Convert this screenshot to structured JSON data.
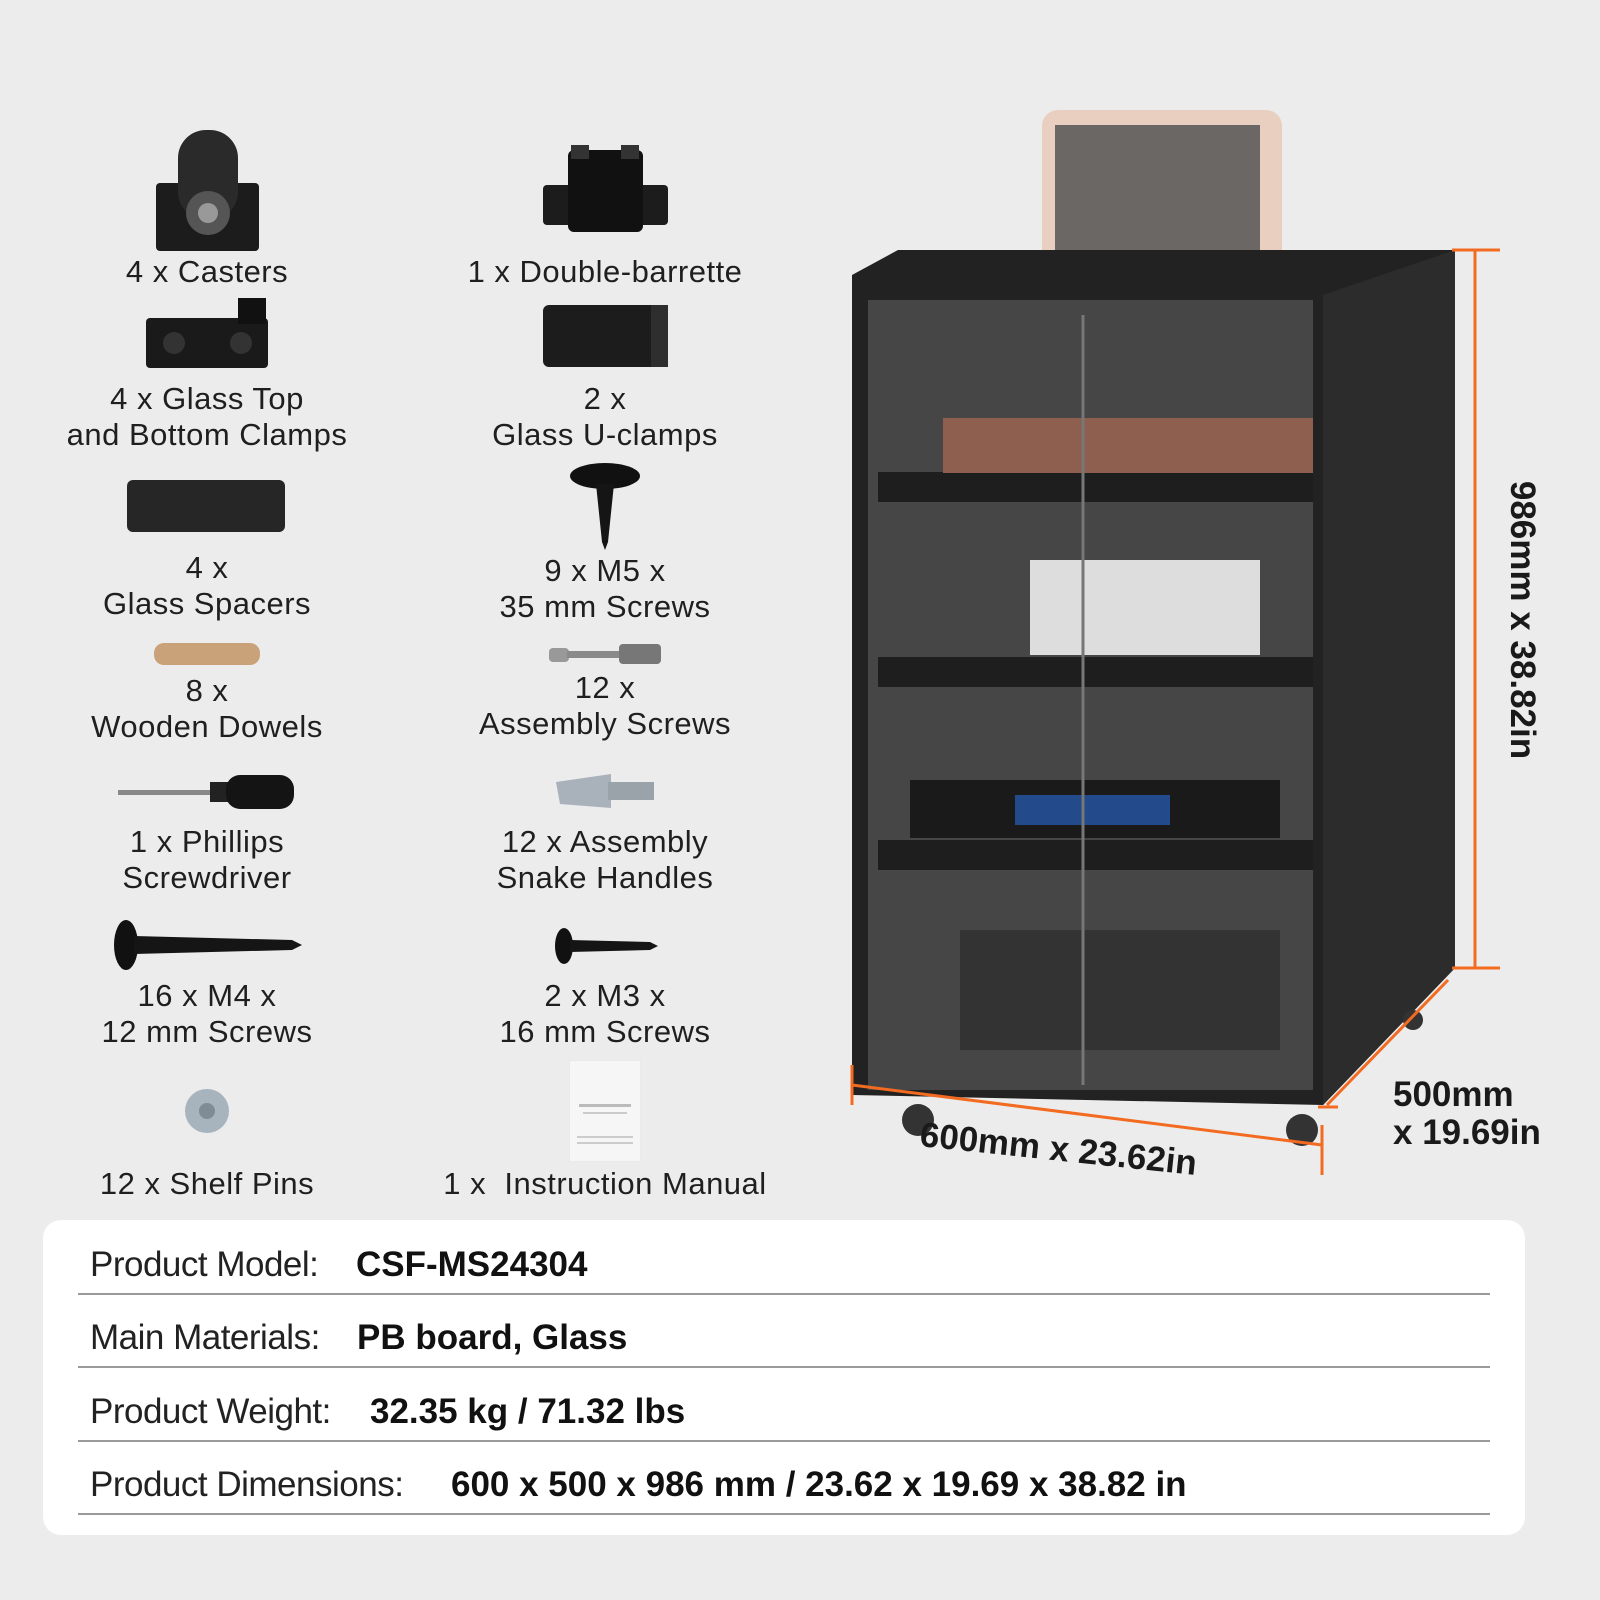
{
  "parts": {
    "left": [
      {
        "lines": [
          "4 x Casters"
        ],
        "icon": "caster-icon"
      },
      {
        "lines": [
          "4 x Glass Top",
          "and Bottom Clamps"
        ],
        "icon": "glass-clamp-icon"
      },
      {
        "lines": [
          "4 x",
          "Glass Spacers"
        ],
        "icon": "glass-spacer-icon"
      },
      {
        "lines": [
          "8 x",
          "Wooden Dowels"
        ],
        "icon": "wooden-dowel-icon"
      },
      {
        "lines": [
          "1 x Phillips",
          "Screwdriver"
        ],
        "icon": "screwdriver-icon"
      },
      {
        "lines": [
          "16 x M4 x",
          "12 mm Screws"
        ],
        "icon": "screw-icon"
      },
      {
        "lines": [
          "12 x Shelf Pins"
        ],
        "icon": "shelf-pin-icon"
      }
    ],
    "right": [
      {
        "lines": [
          "1 x Double-barrette"
        ],
        "icon": "double-barrette-icon"
      },
      {
        "lines": [
          "2 x",
          "Glass U-clamps"
        ],
        "icon": "u-clamp-icon"
      },
      {
        "lines": [
          "9 x M5 x",
          "35 mm Screws"
        ],
        "icon": "screw-icon"
      },
      {
        "lines": [
          "12 x",
          "Assembly Screws"
        ],
        "icon": "assembly-screw-icon"
      },
      {
        "lines": [
          "12 x Assembly",
          "Snake Handles"
        ],
        "icon": "snake-handle-icon"
      },
      {
        "lines": [
          "2 x M3 x",
          "16 mm Screws"
        ],
        "icon": "screw-icon"
      },
      {
        "lines": [
          "1 x  Instruction Manual"
        ],
        "icon": "manual-icon"
      }
    ]
  },
  "dimensions": {
    "height": "986mm x 38.82in",
    "width": "600mm x 23.62in",
    "depth_line1": "500mm",
    "depth_line2": "x 19.69in",
    "accent_color": "#f26b21"
  },
  "specs": [
    {
      "key": "Product Model:",
      "value": "CSF-MS24304"
    },
    {
      "key": "Main Materials:",
      "value": "PB board, Glass"
    },
    {
      "key": "Product Weight:",
      "value": "32.35 kg / 71.32 lbs"
    },
    {
      "key": "Product Dimensions:",
      "value": "600 x 500 x 986 mm / 23.62 x 19.69 x 38.82 in"
    }
  ]
}
